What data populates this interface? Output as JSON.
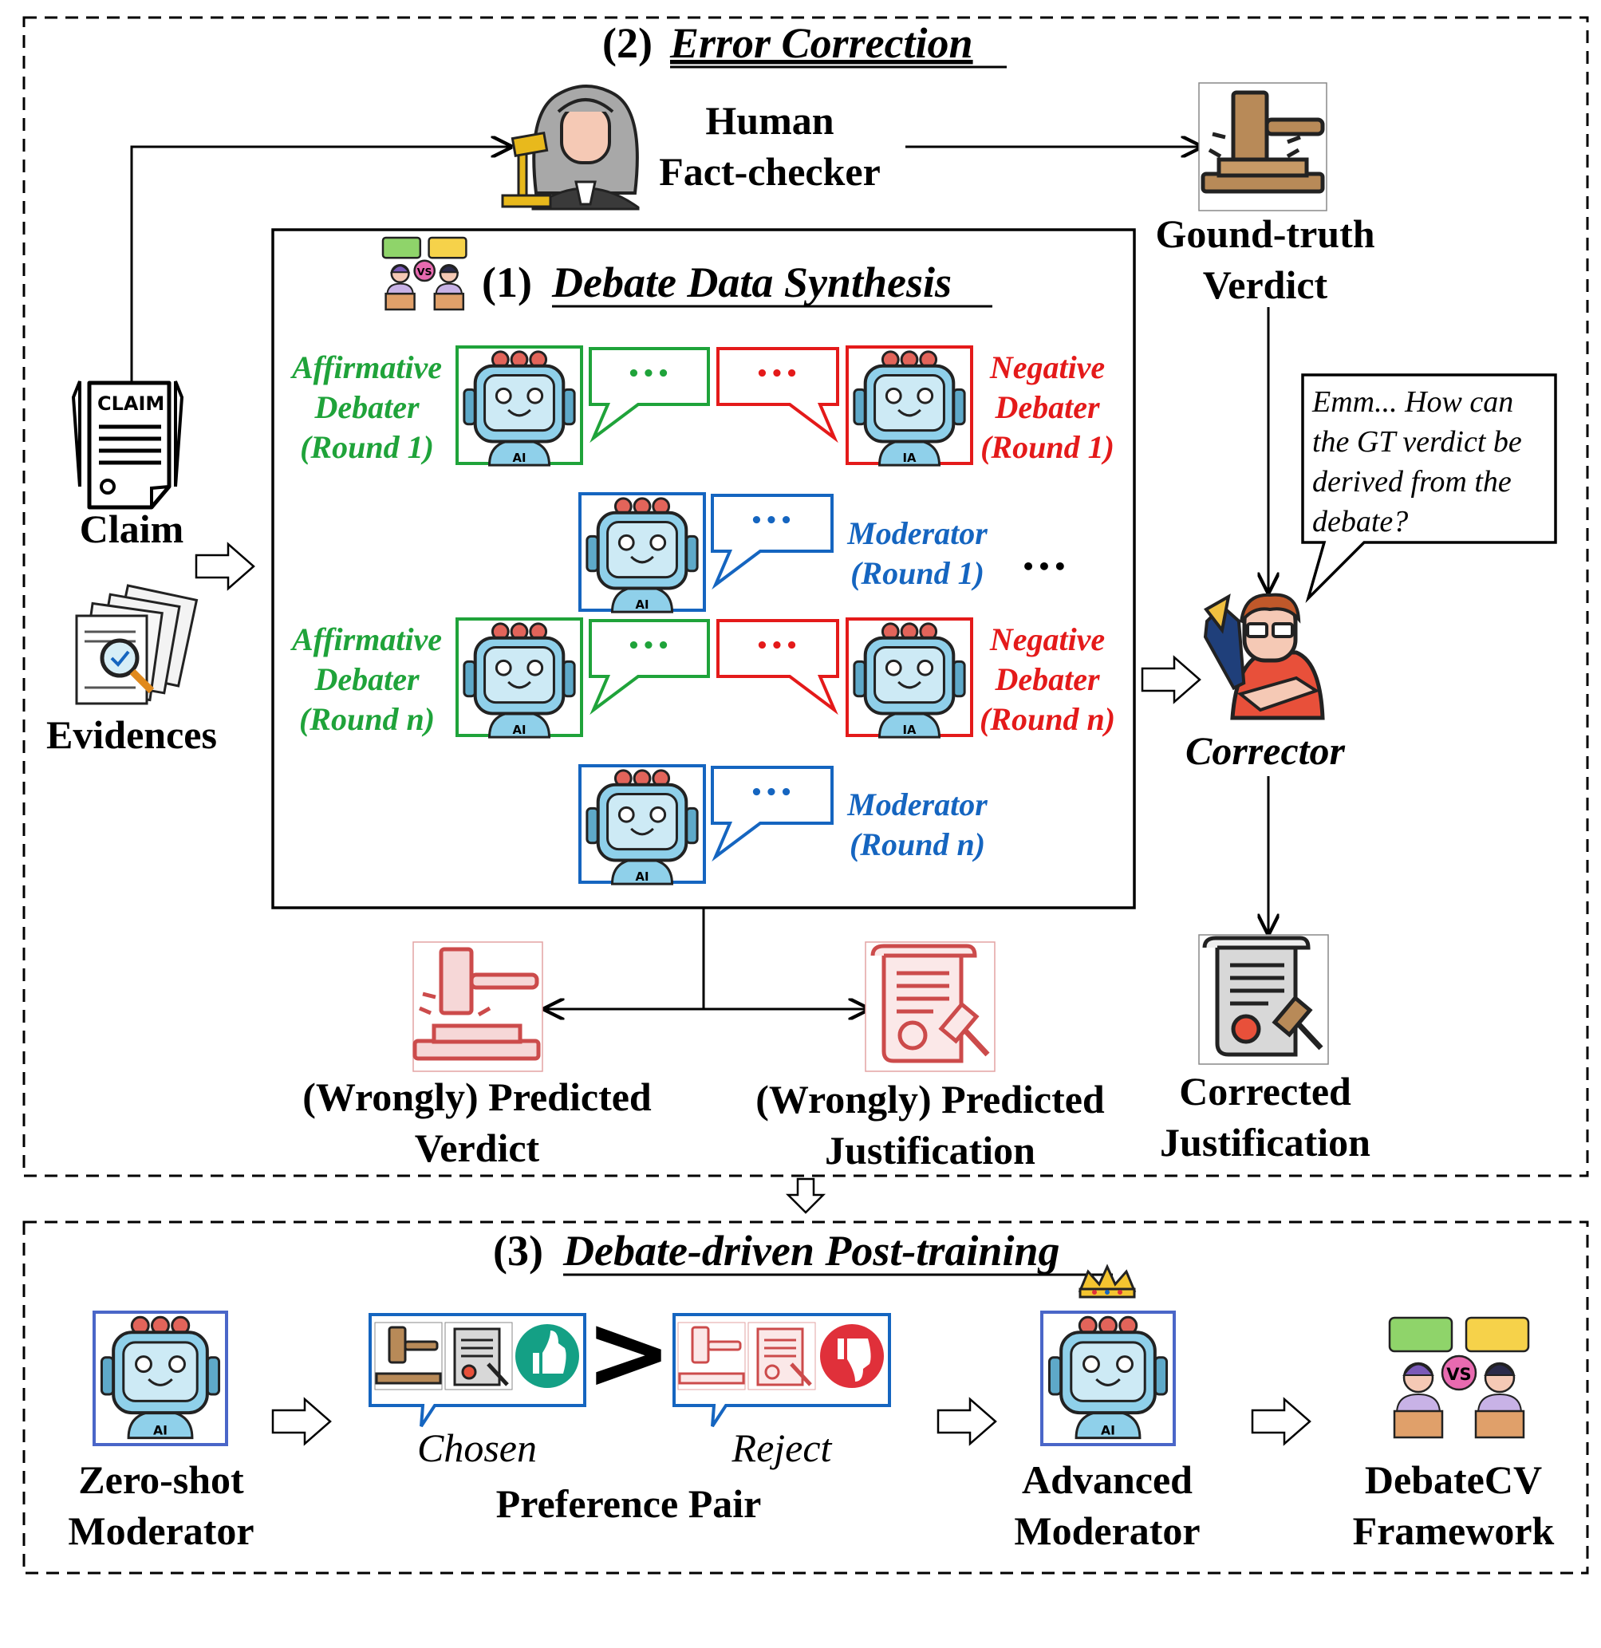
{
  "sections": {
    "error_correction": {
      "number": "(2)",
      "title": "Error Correction"
    },
    "debate_synthesis": {
      "number": "(1)",
      "title": "Debate Data Synthesis"
    },
    "post_training": {
      "number": "(3)",
      "title": "Debate-driven Post-training"
    }
  },
  "inputs": {
    "claim_label": "Claim",
    "claim_doc_text": "CLAIM",
    "evidences_label": "Evidences"
  },
  "human": {
    "line1": "Human",
    "line2": "Fact-checker"
  },
  "ground_truth": {
    "line1": "Gound-truth",
    "line2": "Verdict"
  },
  "debate": {
    "ellipsis": "•••",
    "more": "•••",
    "affirmative_r1": {
      "line1": "Affirmative",
      "line2": "Debater",
      "line3": "(Round 1)"
    },
    "negative_r1": {
      "line1": "Negative",
      "line2": "Debater",
      "line3": "(Round 1)"
    },
    "moderator_r1": {
      "line1": "Moderator",
      "line2": "(Round 1)"
    },
    "affirmative_rn": {
      "line1": "Affirmative",
      "line2": "Debater",
      "line3": "(Round n)"
    },
    "negative_rn": {
      "line1": "Negative",
      "line2": "Debater",
      "line3": "(Round n)"
    },
    "moderator_rn": {
      "line1": "Moderator",
      "line2": "(Round n)"
    },
    "robot_tag": "AI",
    "robot_tag_mirrored": "IA",
    "vs_tag": "VS"
  },
  "corrector": {
    "label": "Corrector",
    "thought": [
      "Emm... How can",
      "the GT verdict be",
      "derived from the",
      "debate?"
    ]
  },
  "outputs": {
    "pred_verdict": {
      "line1": "(Wrongly) Predicted",
      "line2": "Verdict"
    },
    "pred_justification": {
      "line1": "(Wrongly) Predicted",
      "line2": "Justification"
    },
    "corrected": {
      "line1": "Corrected",
      "line2": "Justification"
    }
  },
  "post": {
    "zero_shot": {
      "line1": "Zero-shot",
      "line2": "Moderator"
    },
    "chosen": "Chosen",
    "reject": "Reject",
    "greater": ">",
    "preference": "Preference Pair",
    "advanced": {
      "line1": "Advanced",
      "line2": "Moderator"
    },
    "framework": {
      "line1": "DebateCV",
      "line2": "Framework"
    }
  },
  "colors": {
    "affirmative": "#1fa33a",
    "negative": "#e41a1a",
    "moderator": "#1565c0",
    "robot_face": "#8fd0ea",
    "post_frame": "#4a66c8"
  }
}
